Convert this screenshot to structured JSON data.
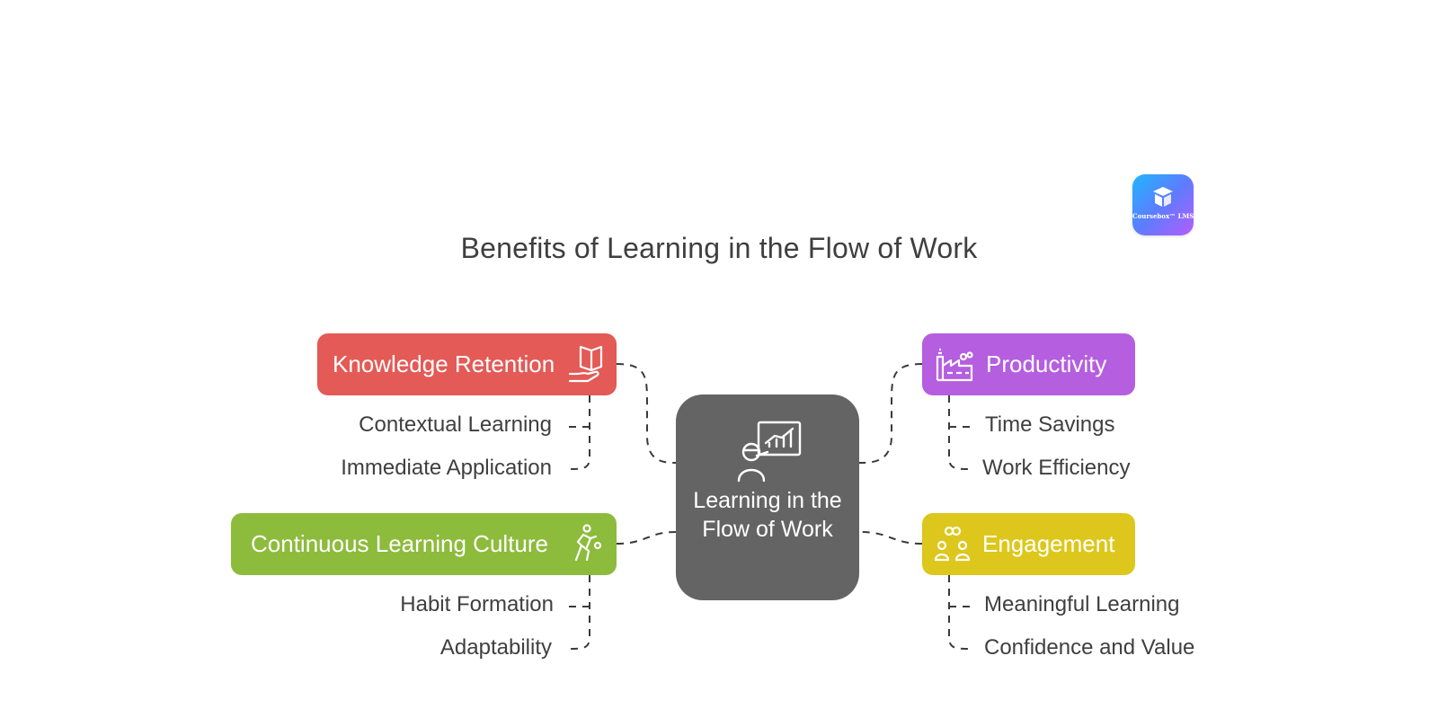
{
  "title": "Benefits of Learning in the Flow of Work",
  "logo": {
    "text": "Coursebox™ LMS",
    "icon": "graduation-cube-icon"
  },
  "center": {
    "label": "Learning in the Flow of Work",
    "icon": "presenter-chart-icon",
    "color": "#646464"
  },
  "branches": {
    "knowledge": {
      "label": "Knowledge Retention",
      "color": "#e35a56",
      "icon": "book-in-hand-icon",
      "items": [
        "Contextual Learning",
        "Immediate Application"
      ]
    },
    "productivity": {
      "label": "Productivity",
      "color": "#b55ee0",
      "icon": "factory-icon",
      "items": [
        "Time Savings",
        "Work Efficiency"
      ]
    },
    "culture": {
      "label": "Continuous Learning Culture",
      "color": "#8dbb3c",
      "icon": "running-person-icon",
      "items": [
        "Habit Formation",
        "Adaptability"
      ]
    },
    "engagement": {
      "label": "Engagement",
      "color": "#ddc71c",
      "icon": "people-connected-icon",
      "items": [
        "Meaningful Learning",
        "Confidence and Value"
      ]
    }
  }
}
